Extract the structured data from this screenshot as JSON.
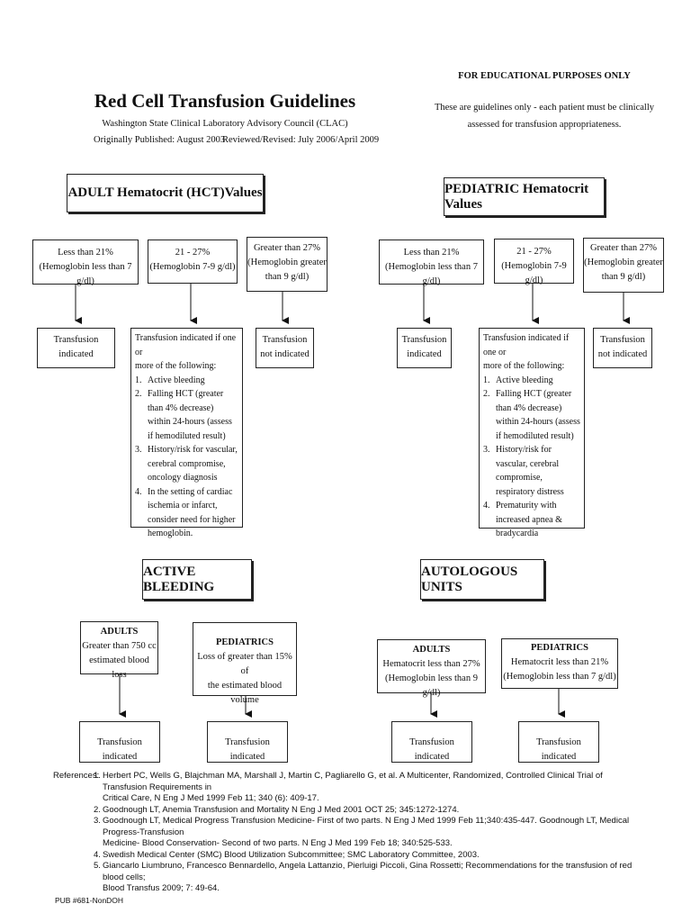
{
  "header": {
    "title": "Red Cell Transfusion Guidelines",
    "org": "Washington State Clinical Laboratory Advisory Council (CLAC)",
    "published": "Originally Published: August 2003",
    "reviewed": "Reviewed/Revised: July 2006/April 2009",
    "edu": "FOR EDUCATIONAL PURPOSES ONLY",
    "disclaimer1": "These are guidelines only - each patient must be clinically",
    "disclaimer2": "assessed for transfusion appropriateness."
  },
  "adult": {
    "heading": "ADULT Hematocrit (HCT)Values",
    "low": {
      "l1": "Less than 21%",
      "l2": "(Hemoglobin less than 7 g/dl)"
    },
    "mid": {
      "l1": "21 - 27%",
      "l2": "(Hemoglobin 7-9 g/dl)"
    },
    "high": {
      "l1": "Greater than 27%",
      "l2": "(Hemoglobin greater",
      "l3": "than  9 g/dl)"
    },
    "out_low": {
      "l1": "Transfusion",
      "l2": "indicated"
    },
    "out_high": {
      "l1": "Transfusion",
      "l2": "not indicated"
    },
    "criteria": {
      "intro1": "Transfusion indicated if one or",
      "intro2": "more of the following:",
      "items": [
        {
          "n": "1.",
          "t": "Active bleeding"
        },
        {
          "n": "2.",
          "t": "Falling HCT (greater than 4% decrease) within 24-hours (assess if hemodiluted result)"
        },
        {
          "n": "3.",
          "t": "History/risk for vascular, cerebral compromise, oncology diagnosis"
        },
        {
          "n": "4.",
          "t": "In the setting of cardiac ischemia or infarct, consider need for higher hemoglobin."
        }
      ]
    }
  },
  "pediatric": {
    "heading": "PEDIATRIC Hematocrit Values",
    "low": {
      "l1": "Less than 21%",
      "l2": "(Hemoglobin less than 7 g/dl)"
    },
    "mid": {
      "l1": "21 - 27%",
      "l2": "(Hemoglobin 7-9 g/dl)"
    },
    "high": {
      "l1": "Greater than 27%",
      "l2": "(Hemoglobin greater",
      "l3": "than 9 g/dl)"
    },
    "out_low": {
      "l1": "Transfusion",
      "l2": "indicated"
    },
    "out_high": {
      "l1": "Transfusion",
      "l2": "not indicated"
    },
    "criteria": {
      "intro1": "Transfusion indicated if one or",
      "intro2": "more of the following:",
      "items": [
        {
          "n": "1.",
          "t": "Active bleeding"
        },
        {
          "n": "2.",
          "t": "Falling HCT (greater than 4% decrease) within 24-hours (assess if hemodiluted result)"
        },
        {
          "n": "3.",
          "t": "History/risk for vascular, cerebral compromise, respiratory distress"
        },
        {
          "n": "4.",
          "t": "Prematurity with increased apnea & bradycardia"
        }
      ]
    }
  },
  "active_bleeding": {
    "heading": "ACTIVE BLEEDING",
    "adults": {
      "title": "ADULTS",
      "l1": "Greater than 750 cc",
      "l2": "estimated blood loss"
    },
    "pediatrics": {
      "title": "PEDIATRICS",
      "l1": "Loss of greater than 15% of",
      "l2": "the estimated blood volume"
    },
    "out_adults": "Transfusion indicated",
    "out_pediatrics": "Transfusion indicated"
  },
  "autologous": {
    "heading": "AUTOLOGOUS UNITS",
    "adults": {
      "title": "ADULTS",
      "l1": "Hematocrit less than 27%",
      "l2": "(Hemoglobin less than 9 g/dl)"
    },
    "pediatrics": {
      "title": "PEDIATRICS",
      "l1": "Hematocrit less than 21%",
      "l2": "(Hemoglobin less than 7 g/dl)"
    },
    "out_adults": "Transfusion indicated",
    "out_pediatrics": "Transfusion indicated"
  },
  "references": {
    "label": "References:",
    "items": [
      {
        "n": "1.",
        "l1": "Herbert PC, Wells G, Blajchman MA, Marshall J, Martin C, Pagliarello G, et al. A Multicenter, Randomized, Controlled Clinical Trial of Transfusion Requirements in",
        "l2": "Critical Care, N Eng J Med 1999 Feb 11; 340 (6): 409-17."
      },
      {
        "n": "2.",
        "l1": "Goodnough LT, Anemia Transfusion and Mortality N Eng J Med 2001 OCT 25; 345:1272-1274.",
        "l2": ""
      },
      {
        "n": "3.",
        "l1": "Goodnough LT, Medical Progress Transfusion Medicine- First of two parts. N Eng J Med 1999 Feb 11;340:435-447. Goodnough LT, Medical Progress-Transfusion",
        "l2": "Medicine- Blood Conservation- Second of two parts. N Eng J Med 199 Feb 18; 340:525-533."
      },
      {
        "n": "4.",
        "l1": "Swedish Medical Center (SMC) Blood Utilization Subcommittee; SMC Laboratory Committee, 2003.",
        "l2": ""
      },
      {
        "n": "5.",
        "l1": "Giancarlo Liumbruno, Francesco Bennardello, Angela Lattanzio, Pierluigi Piccoli, Gina Rossetti; Recommendations for the transfusion of red blood cells;",
        "l2": "Blood Transfus 2009; 7: 49-64."
      }
    ]
  },
  "footer": {
    "pub": "PUB #681-NonDOH"
  }
}
